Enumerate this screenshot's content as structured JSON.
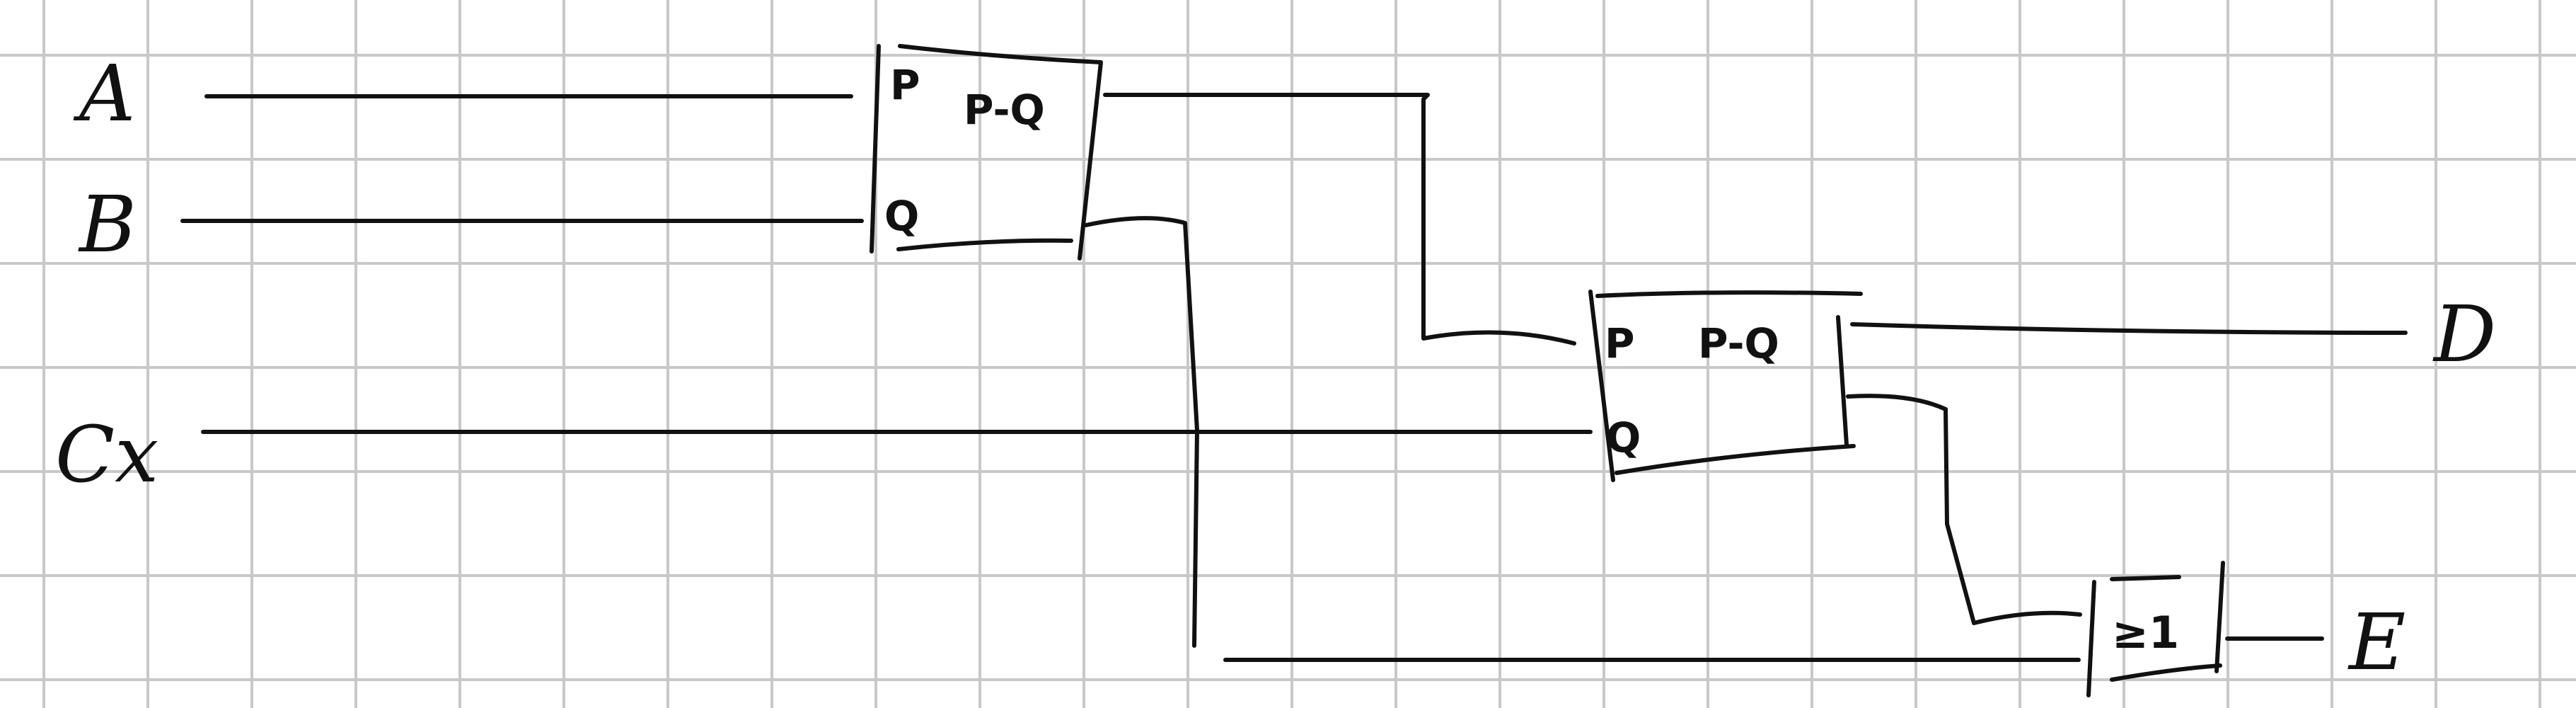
{
  "diagram": {
    "inputs": {
      "a": "A",
      "b": "B",
      "cx": "Cx"
    },
    "outputs": {
      "d": "D",
      "e": "E"
    },
    "gate1": {
      "port_p": "P",
      "port_q": "Q",
      "output_top": "P-Q"
    },
    "gate2": {
      "port_p": "P",
      "port_q": "Q",
      "output_top": "P-Q"
    },
    "threshold_gate": {
      "label": "≥1"
    }
  },
  "colors": {
    "ink": "#111111",
    "grid": "#c8c8c8",
    "paper": "#ffffff"
  }
}
